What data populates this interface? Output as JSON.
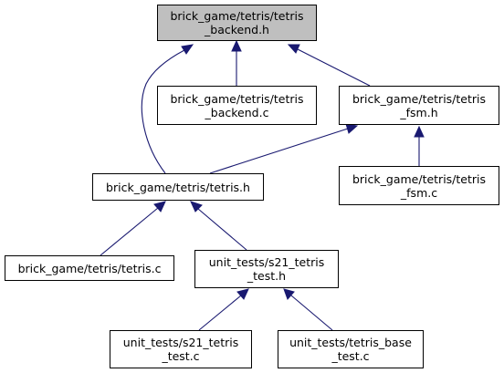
{
  "colors": {
    "edge": "#191970",
    "focus_fill": "#bfbfbf",
    "node_fill": "#ffffff",
    "border": "#000000"
  },
  "nodes": {
    "tetris_backend_h": {
      "l1": "brick_game/tetris/tetris",
      "l2": "_backend.h"
    },
    "tetris_backend_c": {
      "l1": "brick_game/tetris/tetris",
      "l2": "_backend.c"
    },
    "tetris_fsm_h": {
      "l1": "brick_game/tetris/tetris",
      "l2": "_fsm.h"
    },
    "tetris_fsm_c": {
      "l1": "brick_game/tetris/tetris",
      "l2": "_fsm.c"
    },
    "tetris_h": {
      "l1": "brick_game/tetris/tetris.h"
    },
    "tetris_c": {
      "l1": "brick_game/tetris/tetris.c"
    },
    "s21_tetris_test_h": {
      "l1": "unit_tests/s21_tetris",
      "l2": "_test.h"
    },
    "s21_tetris_test_c": {
      "l1": "unit_tests/s21_tetris",
      "l2": "_test.c"
    },
    "tetris_base_test_c": {
      "l1": "unit_tests/tetris_base",
      "l2": "_test.c"
    }
  }
}
